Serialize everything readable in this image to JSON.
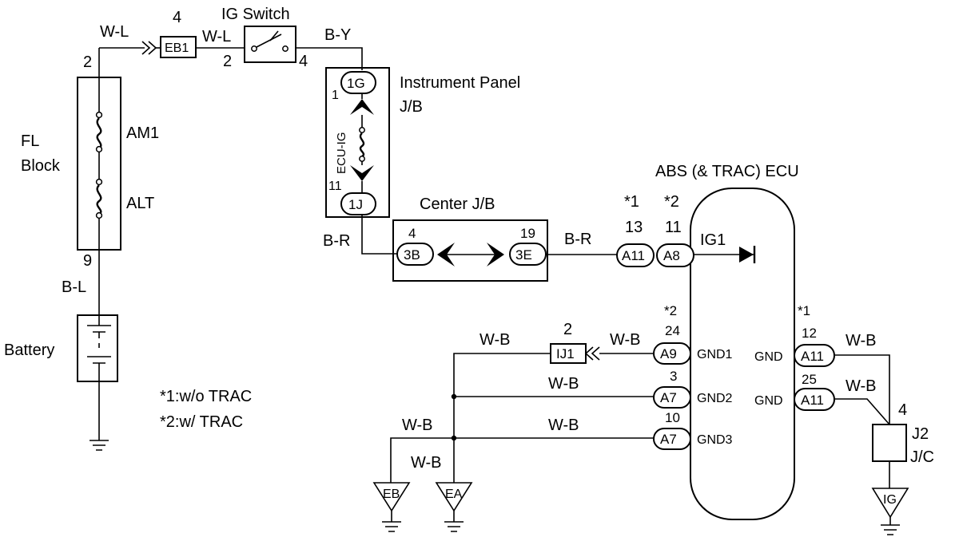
{
  "ig_switch": {
    "title": "IG Switch",
    "pin_in": "2",
    "pin_out": "4",
    "wire_out": "B-Y"
  },
  "eb1": {
    "label": "EB1",
    "pin": "4",
    "wire_in": "W-L",
    "wire_out": "W-L"
  },
  "fl_block": {
    "title_line1": "FL",
    "title_line2": "Block",
    "fuse1": "AM1",
    "fuse2": "ALT",
    "pin_top": "2",
    "pin_bottom": "9",
    "wire_bottom": "B-L"
  },
  "battery": {
    "label": "Battery"
  },
  "instrument_panel_jb": {
    "title_line1": "Instrument Panel",
    "title_line2": "J/B",
    "conn_top": "1G",
    "conn_bottom": "1J",
    "pin_top": "1",
    "pin_bottom": "11",
    "fuse": "ECU-IG",
    "wire_out": "B-R"
  },
  "center_jb": {
    "title": "Center J/B",
    "conn_left": "3B",
    "conn_right": "3E",
    "pin_left": "4",
    "pin_right": "19",
    "wire_out": "B-R"
  },
  "ecu": {
    "title": "ABS (& TRAC) ECU",
    "variant1_mark": "*1",
    "variant2_mark": "*2",
    "ig1": {
      "label": "IG1",
      "conn1": "A11",
      "pin1": "13",
      "conn2": "A8",
      "pin2": "11"
    },
    "gnd1": {
      "label": "GND1",
      "conn": "A9",
      "pin": "24",
      "mark": "*2"
    },
    "gnd2": {
      "label": "GND2",
      "conn": "A7",
      "pin": "3"
    },
    "gnd3": {
      "label": "GND3",
      "conn": "A7",
      "pin": "10"
    },
    "gnd_r1": {
      "label": "GND",
      "conn": "A11",
      "pin": "12",
      "mark": "*1"
    },
    "gnd_r2": {
      "label": "GND",
      "conn": "A11",
      "pin": "25"
    }
  },
  "ij1": {
    "label": "IJ1",
    "pin": "2"
  },
  "wire_wb": "W-B",
  "grounds": {
    "eb": "EB",
    "ea": "EA",
    "ig": "IG"
  },
  "j2": {
    "line1": "J2",
    "line2": "J/C",
    "pin": "4"
  },
  "notes": {
    "line1": "*1:w/o TRAC",
    "line2": "*2:w/ TRAC"
  }
}
